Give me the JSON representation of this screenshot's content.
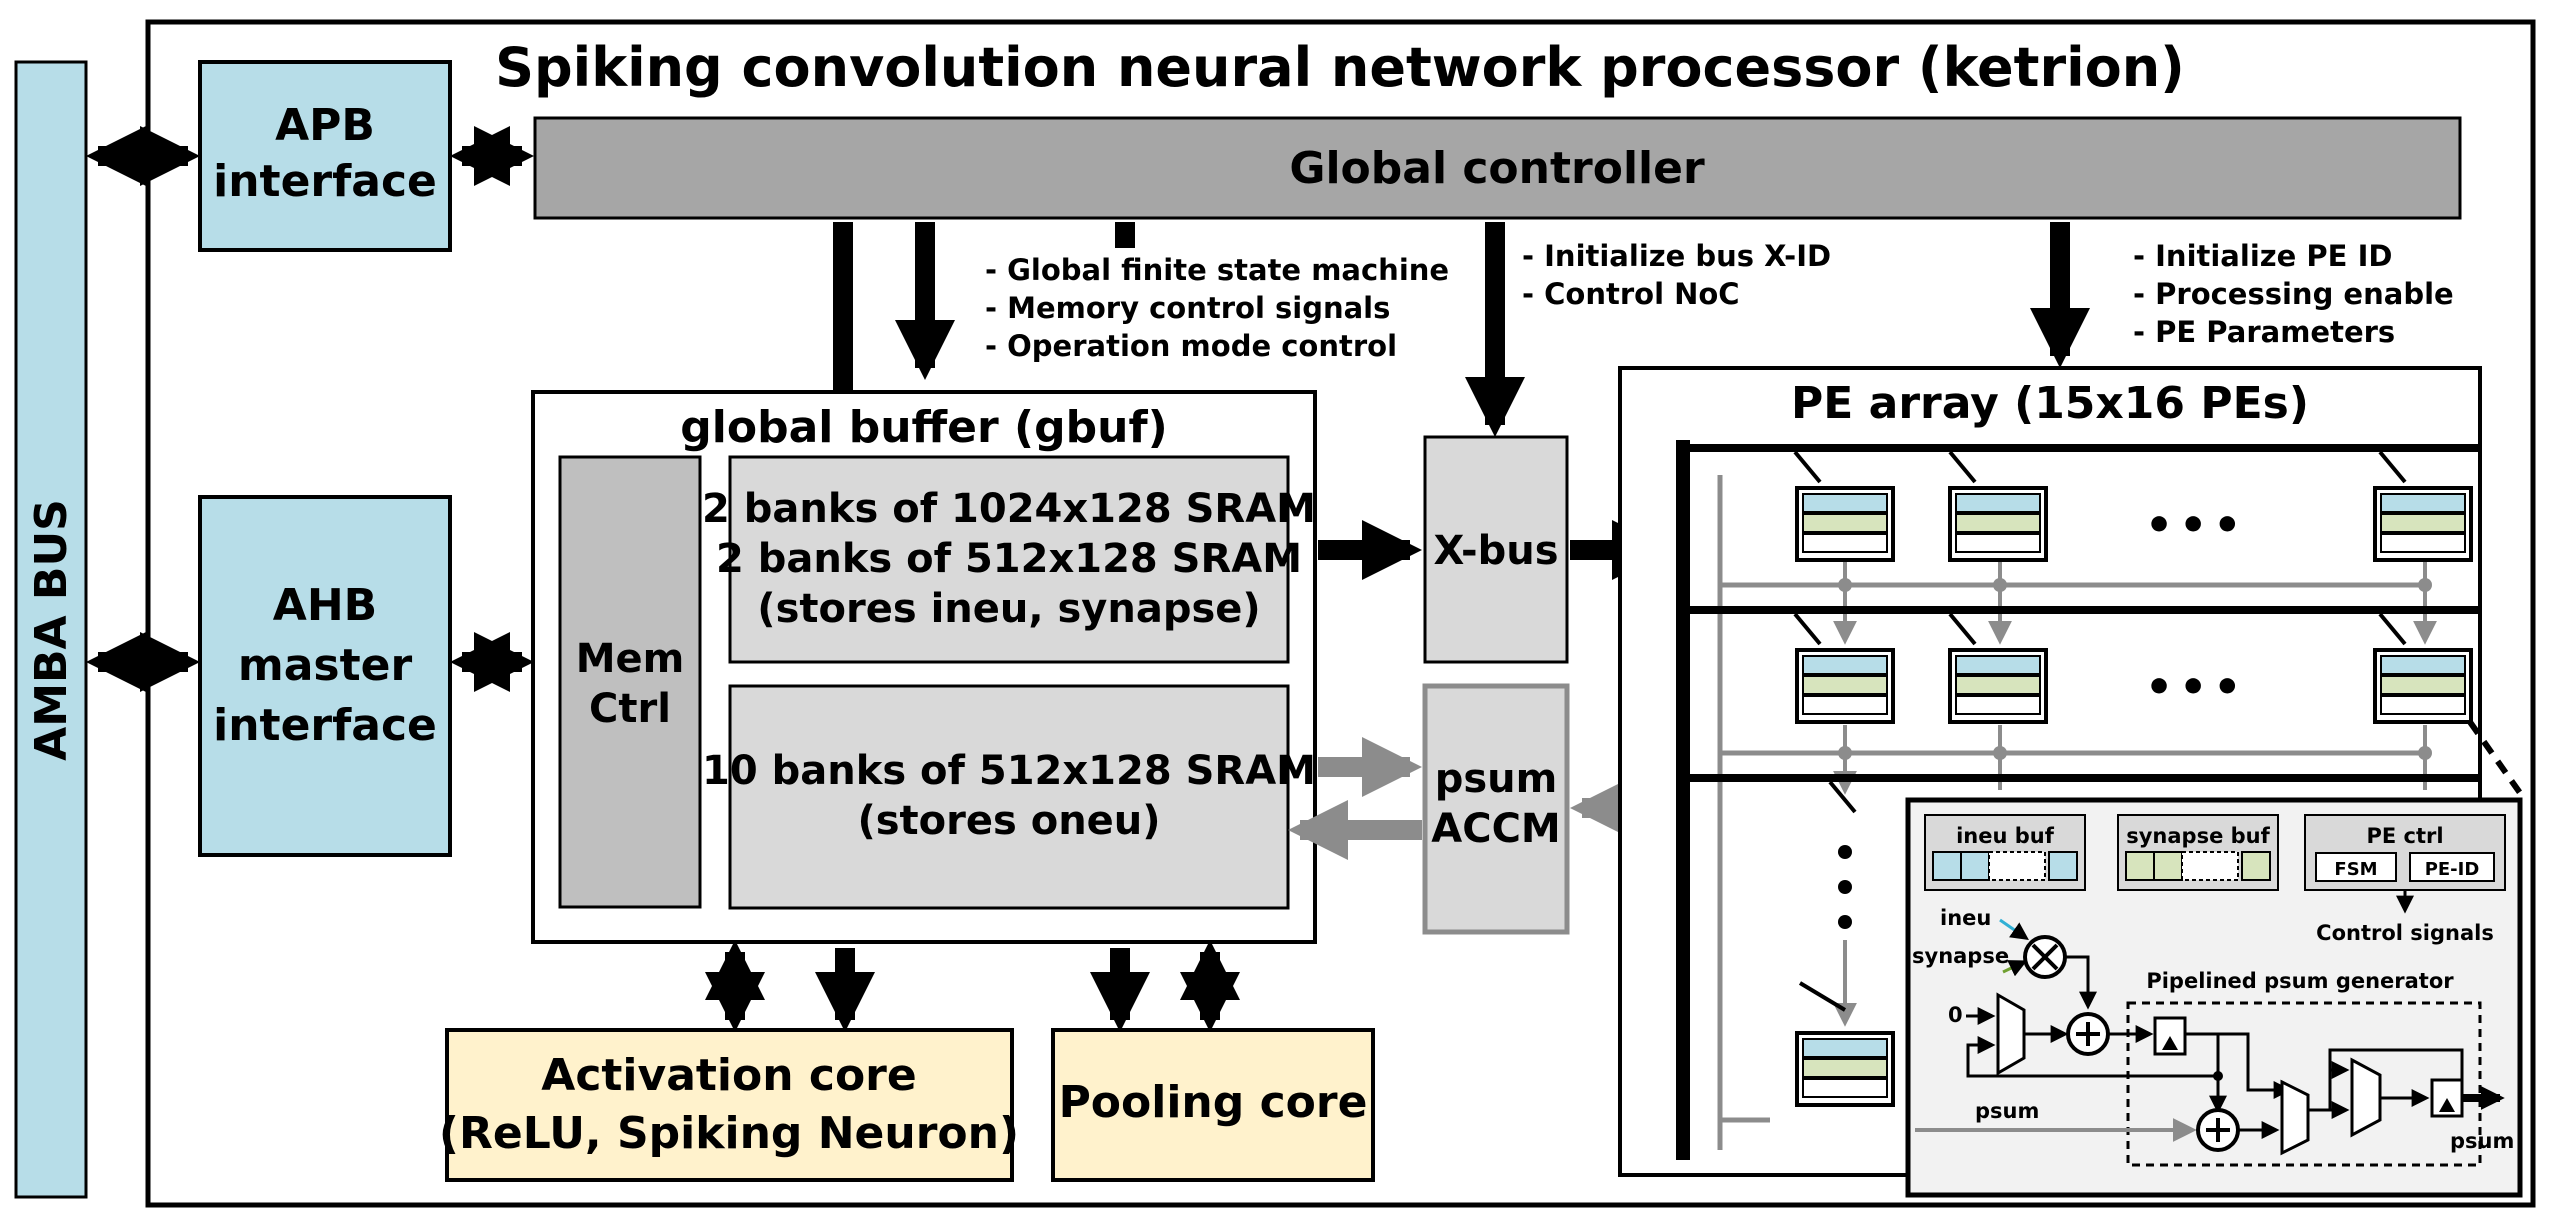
{
  "title": "Spiking convolution neural network processor (ketrion)",
  "amba_bus": "AMBA BUS",
  "apb_interface": [
    "APB",
    "interface"
  ],
  "ahb_interface": [
    "AHB",
    "master",
    "interface"
  ],
  "global_controller": "Global controller",
  "gc_notes_left": [
    "- Global finite state machine",
    "- Memory control signals",
    "- Operation mode control"
  ],
  "gc_notes_mid": [
    "- Initialize bus X-ID",
    "- Control NoC"
  ],
  "gc_notes_right": [
    "- Initialize PE ID",
    "- Processing enable",
    "- PE Parameters"
  ],
  "gbuf": {
    "title": "global buffer (gbuf)",
    "mem_ctrl": [
      "Mem",
      "Ctrl"
    ],
    "bank_top": [
      "2 banks of 1024x128 SRAM",
      "2 banks of 512x128 SRAM",
      "(stores ineu, synapse)"
    ],
    "bank_bottom": [
      "10 banks of 512x128 SRAM",
      "(stores oneu)"
    ]
  },
  "xbus": "X-bus",
  "psum_accm": [
    "psum",
    "ACCM"
  ],
  "activation_core": [
    "Activation core",
    "(ReLU, Spiking Neuron)"
  ],
  "pooling_core": "Pooling core",
  "pe_array": {
    "title": "PE array (15x16 PEs)",
    "ellipsis": "•••"
  },
  "pe_detail": {
    "ineu_buf": "ineu buf",
    "synapse_buf": "synapse buf",
    "pe_ctrl": "PE ctrl",
    "fsm": "FSM",
    "pe_id": "PE-ID",
    "control_signals": "Control signals",
    "ineu": "ineu",
    "synapse": "synapse",
    "zero": "0",
    "pipelined": "Pipelined psum generator",
    "psum_in": "psum",
    "psum_out": "psum"
  },
  "colors": {
    "interface_blue": "#b7dde8",
    "core_yellow": "#fff2cc",
    "controller_gray": "#a6a6a6",
    "bank_gray": "#d9d9d9",
    "memctrl_gray": "#bfbfbf",
    "pe_blue": "#b7dde8",
    "pe_green": "#d7e4bd",
    "wire_gray": "#8c8c8c"
  }
}
